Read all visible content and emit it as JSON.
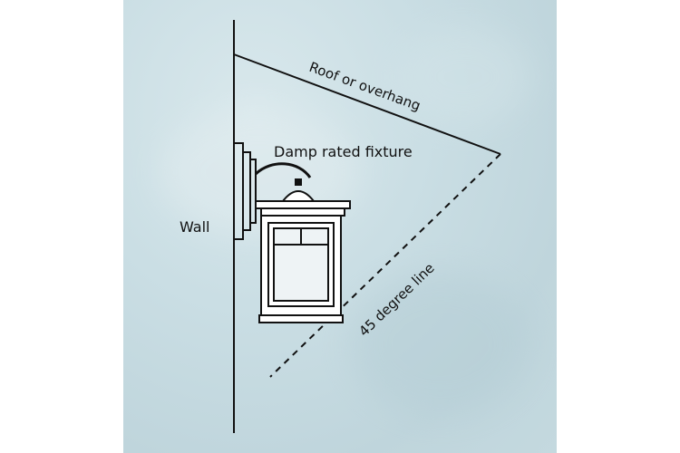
{
  "labels": {
    "roof": "Roof or overhang",
    "fixture": "Damp rated fixture",
    "wall": "Wall",
    "angle_line": "45 degree line"
  },
  "colors": {
    "ink": "#111111",
    "panel": "#c8dde3",
    "fixture_glass": "#f2f6f7"
  }
}
